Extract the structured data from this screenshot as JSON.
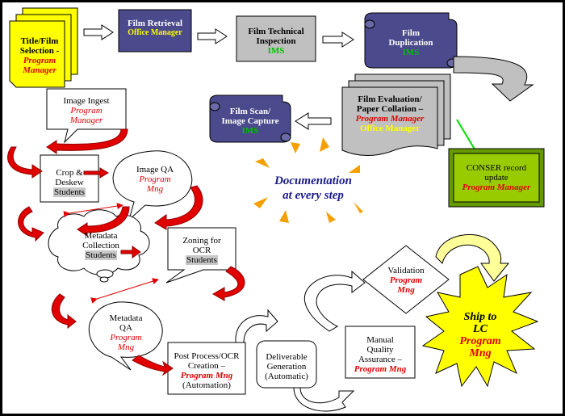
{
  "nodes": {
    "title_selection": {
      "line1": "Title/Film",
      "line2": "Selection -",
      "role1": "Program",
      "role2": "Manager"
    },
    "film_retrieval": {
      "title": "Film Retrieval",
      "role": "Office Manager"
    },
    "film_inspection": {
      "line1": "Film Technical",
      "line2": "Inspection",
      "role": "IMS"
    },
    "film_duplication": {
      "line1": "Film",
      "line2": "Duplication",
      "role": "IMS"
    },
    "film_evaluation": {
      "line1": "Film Evaluation/",
      "line2": "Paper Collation –",
      "role1": "Program Manager",
      "role2": "Office Manager"
    },
    "film_scan": {
      "line1": "Film Scan/",
      "line2": "Image Capture",
      "role": "IMS"
    },
    "conser": {
      "line1": "CONSER record",
      "line2": "update",
      "role": "Program Manager"
    },
    "image_ingest": {
      "title": "Image Ingest",
      "role1": "Program",
      "role2": "Manager"
    },
    "crop_deskew": {
      "line1": "Crop &",
      "line2": "Deskew",
      "role": "Students"
    },
    "image_qa": {
      "title": "Image QA",
      "role1": "Program",
      "role2": "Mng"
    },
    "metadata_collection": {
      "line1": "Metadata",
      "line2": "Collection",
      "role": "Students"
    },
    "zoning_ocr": {
      "line1": "Zoning for",
      "line2": "OCR",
      "role": "Students"
    },
    "metadata_qa": {
      "line1": "Metadata",
      "line2": "QA",
      "role1": "Program",
      "role2": "Mng"
    },
    "post_process": {
      "line1": "Post Process/OCR",
      "line2": "Creation –",
      "role": "Program Mng",
      "note": "(Automation)"
    },
    "deliverable": {
      "line1": "Deliverable",
      "line2": "Generation",
      "note": "(Automatic)"
    },
    "manual_qa": {
      "line1": "Manual",
      "line2": "Quality",
      "line3": "Assurance –",
      "role": "Program Mng"
    },
    "validation": {
      "title": "Validation",
      "role1": "Program",
      "role2": "Mng"
    },
    "ship": {
      "line1": "Ship to",
      "line2": "LC",
      "role1": "Program",
      "role2": "Mng"
    }
  },
  "center_label": {
    "line1": "Documentation",
    "line2": "at every step"
  },
  "colors": {
    "sticky": "#ffff00",
    "navy": "#4a4a8c",
    "gray": "#c0c0c0",
    "green": "#99cc00",
    "red_arrow": "#e00000",
    "orange_ray": "#f5a000"
  }
}
